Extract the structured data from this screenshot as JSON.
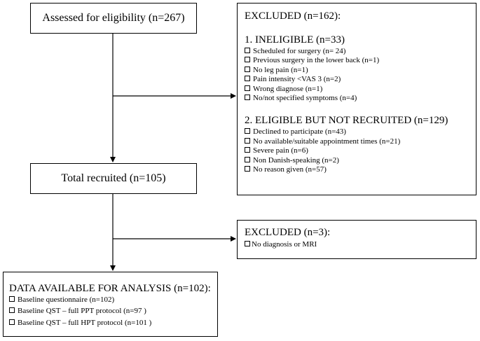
{
  "flow": {
    "assessed": {
      "label": "Assessed for eligibility (n=267)"
    },
    "recruited": {
      "label": "Total recruited (n=105)"
    },
    "excluded_first": {
      "title": "EXCLUDED (n=162):",
      "ineligible": {
        "heading": "1. INELIGIBLE (n=33)",
        "items": [
          "Scheduled for surgery (n= 24)",
          "Previous surgery in the lower back (n=1)",
          "No leg pain (n=1)",
          "Pain intensity <VAS 3 (n=2)",
          "Wrong diagnose (n=1)",
          "No/not specified symptoms (n=4)"
        ]
      },
      "not_recruited": {
        "heading": "2. ELIGIBLE BUT NOT RECRUITED (n=129)",
        "items": [
          "Declined to participate (n=43)",
          "No available/suitable appointment times (n=21)",
          "Severe pain (n=6)",
          "Non Danish-speaking (n=2)",
          "No reason given (n=57)"
        ]
      }
    },
    "excluded_second": {
      "title": "EXCLUDED (n=3):",
      "items": [
        "No diagnosis or MRI"
      ]
    },
    "analysis": {
      "title": "DATA AVAILABLE FOR ANALYSIS (n=102):",
      "items": [
        "Baseline questionnaire (n=102)",
        "Baseline QST – full PPT protocol (n=97 )",
        "Baseline QST – full HPT protocol (n=101 )"
      ]
    }
  }
}
